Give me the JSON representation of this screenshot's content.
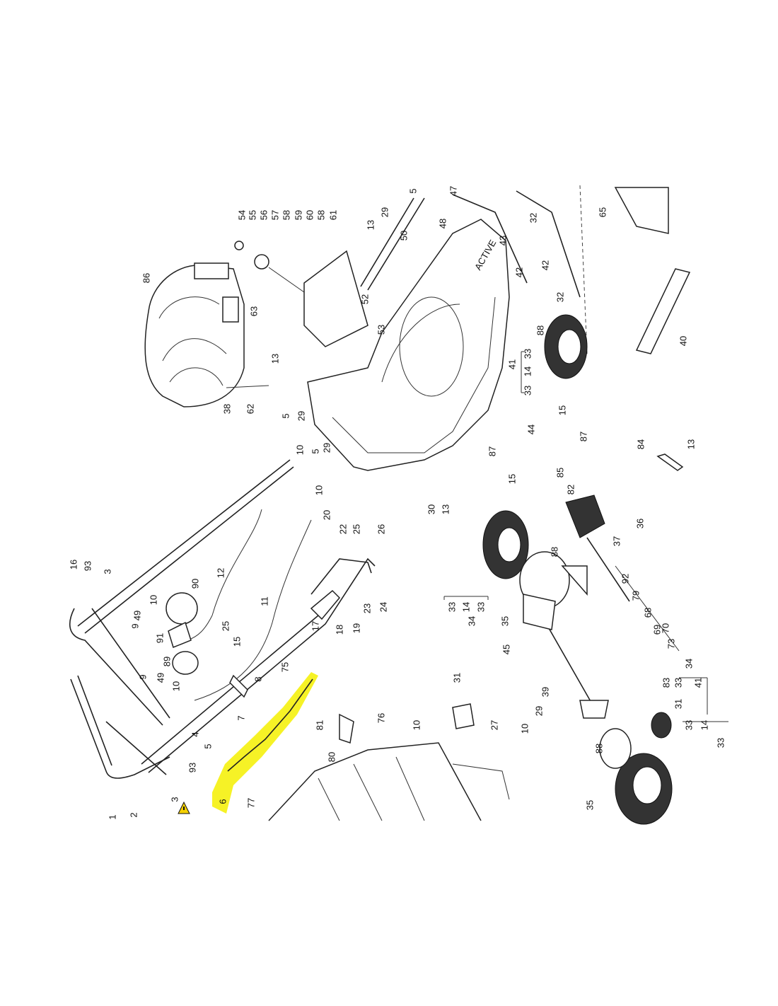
{
  "diagram": {
    "title": "Lawn mower exploded parts diagram",
    "highlight_color": "#f5f000",
    "highlighted_part": "6",
    "deck_text": "ACTIVE",
    "warning_icon": "warning-triangle-icon",
    "parts": [
      "5",
      "29",
      "13",
      "50",
      "48",
      "47",
      "43",
      "32",
      "42",
      "42",
      "32",
      "65",
      "54",
      "55",
      "56",
      "57",
      "58",
      "59",
      "60",
      "58",
      "61",
      "86",
      "63",
      "52",
      "53",
      "88",
      "13",
      "40",
      "33",
      "41",
      "14",
      "33",
      "38",
      "62",
      "5",
      "29",
      "15",
      "44",
      "87",
      "10",
      "29",
      "5",
      "84",
      "13",
      "87",
      "15",
      "10",
      "30",
      "13",
      "85",
      "82",
      "36",
      "20",
      "22",
      "25",
      "26",
      "37",
      "88",
      "16",
      "93",
      "3",
      "12",
      "10",
      "90",
      "11",
      "92",
      "79",
      "33",
      "14",
      "33",
      "34",
      "35",
      "68",
      "49",
      "9",
      "25",
      "15",
      "17",
      "18",
      "19",
      "23",
      "24",
      "69",
      "70",
      "73",
      "91",
      "75",
      "45",
      "89",
      "9",
      "49",
      "8",
      "31",
      "34",
      "10",
      "33",
      "83",
      "41",
      "31",
      "39",
      "7",
      "81",
      "76",
      "27",
      "29",
      "10",
      "10",
      "4",
      "5",
      "80",
      "33",
      "14",
      "33",
      "88",
      "93",
      "3",
      "6",
      "77",
      "35",
      "1",
      "2"
    ]
  }
}
